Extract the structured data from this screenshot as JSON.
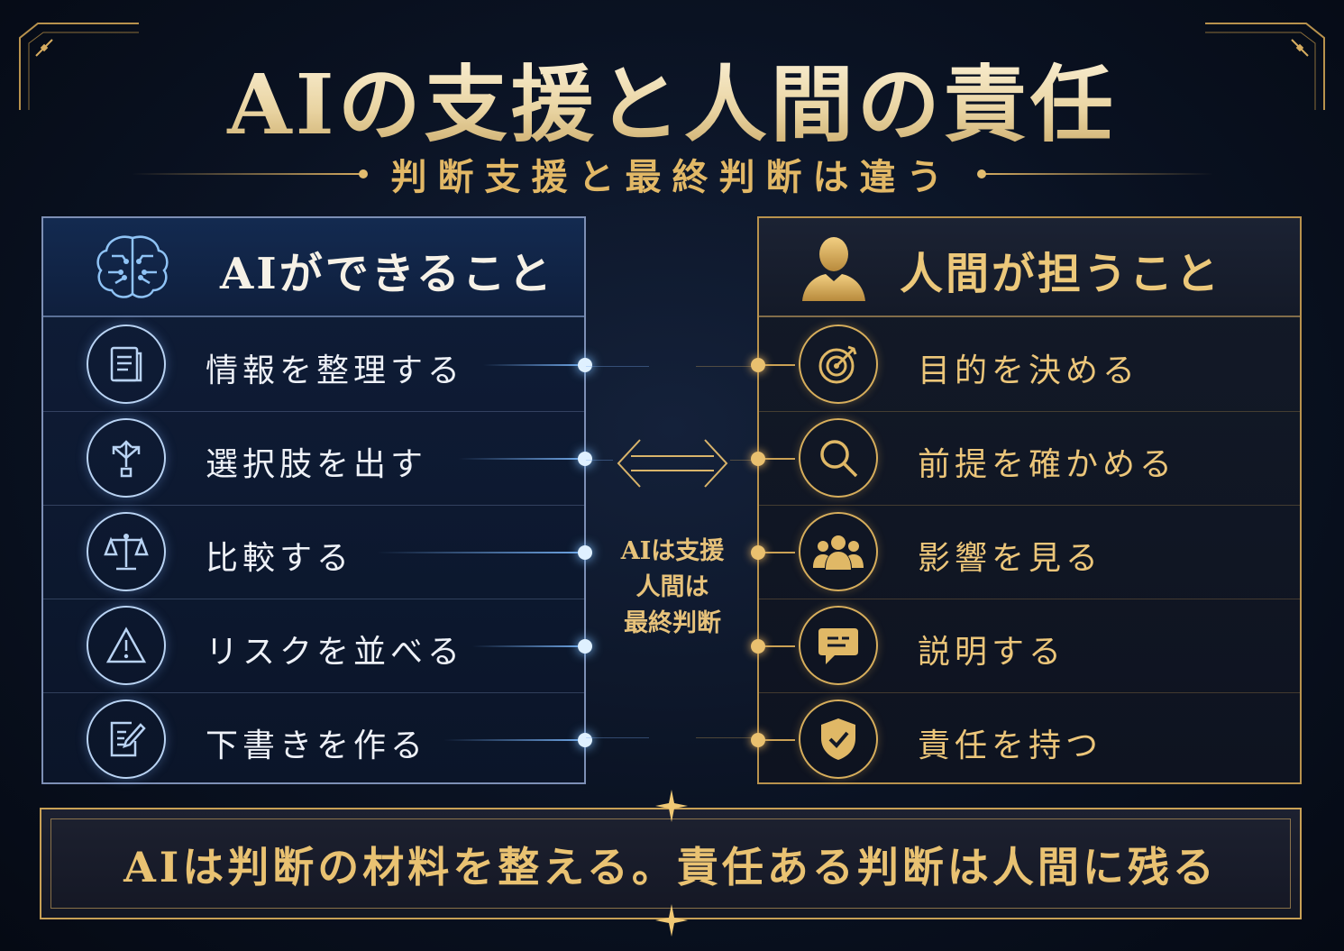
{
  "title": "AIの支援と人間の責任",
  "subtitle": "判断支援と最終判断は違う",
  "left_panel": {
    "heading": "AIができること",
    "heading_icon": "brain-circuit-icon",
    "items": [
      {
        "label": "情報を整理する",
        "icon": "document-list-icon"
      },
      {
        "label": "選択肢を出す",
        "icon": "branching-arrows-icon"
      },
      {
        "label": "比較する",
        "icon": "balance-scale-icon"
      },
      {
        "label": "リスクを並べる",
        "icon": "warning-triangle-icon"
      },
      {
        "label": "下書きを作る",
        "icon": "pencil-document-icon"
      }
    ]
  },
  "right_panel": {
    "heading": "人間が担うこと",
    "heading_icon": "person-icon",
    "items": [
      {
        "label": "目的を決める",
        "icon": "target-icon"
      },
      {
        "label": "前提を確かめる",
        "icon": "magnifier-icon"
      },
      {
        "label": "影響を見る",
        "icon": "people-group-icon"
      },
      {
        "label": "説明する",
        "icon": "speech-bubble-icon"
      },
      {
        "label": "責任を持つ",
        "icon": "shield-check-icon"
      }
    ]
  },
  "center": {
    "arrow_icon": "double-arrow-icon",
    "line1": "AIは支援",
    "line2": "人間は",
    "line3": "最終判断"
  },
  "footer": "AIは判断の材料を整える。責任ある判断は人間に残る",
  "colors": {
    "gold": "#e2b866",
    "blue_accent": "#7fc0ff",
    "background": "#0a1222"
  }
}
